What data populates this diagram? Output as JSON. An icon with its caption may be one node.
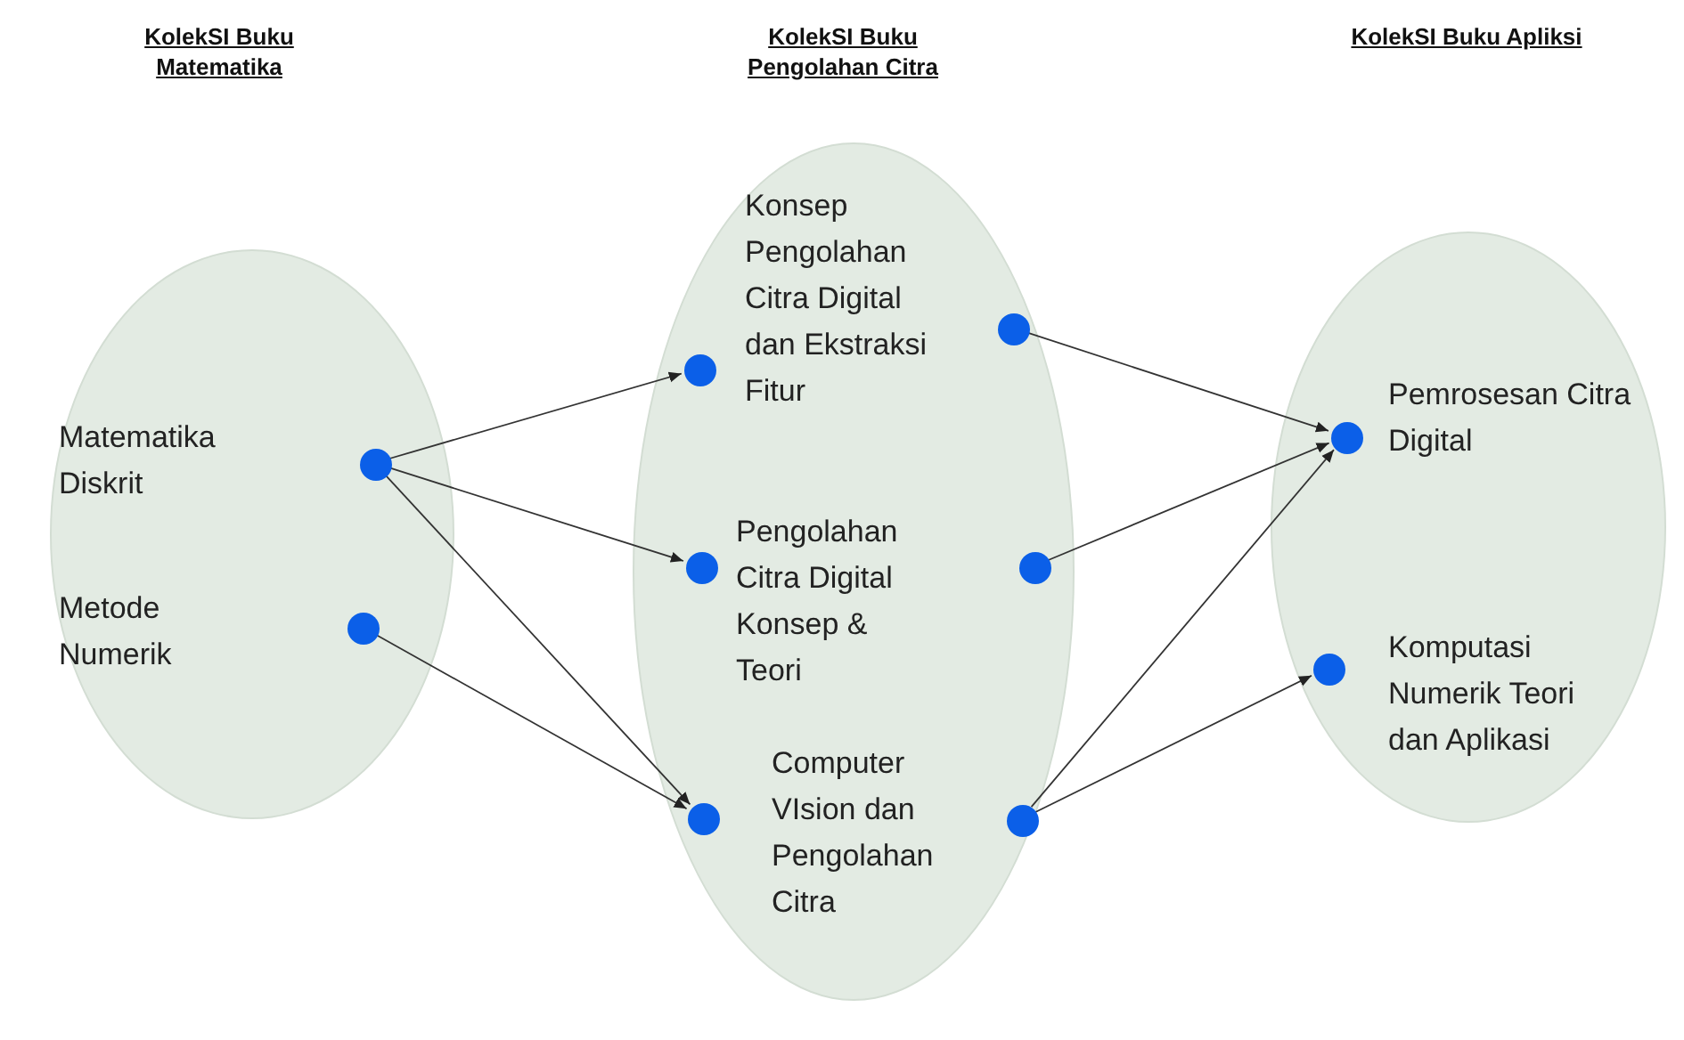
{
  "diagram": {
    "nodes": [
      {
        "text": [],
        "shape": "ellipse"
      },
      {
        "text": [
          "Matematika Diskrit"
        ],
        "in": 0
      },
      {
        "text": [],
        "shape": "circle",
        "in": 0
      },
      {
        "text": [
          "Metode Numerik"
        ],
        "in": 0
      },
      {
        "text": [],
        "shape": "circle",
        "in": 0
      },
      {
        "text": [],
        "shape": "ellipse"
      },
      {
        "text": [
          "Konsep Pengolahan Citra Digital dan Ekstraksi Fitur"
        ],
        "in": 5
      },
      {
        "text": [],
        "shape": "circle",
        "in": 5
      },
      {
        "text": [],
        "shape": "circle",
        "in": 5
      },
      {
        "text": [
          "Pengolahan Citra Digital Konsep & Teori"
        ],
        "in": 5
      },
      {
        "text": [],
        "shape": "circle",
        "in": 5
      },
      {
        "text": [],
        "shape": "circle",
        "in": 5
      },
      {
        "text": [
          "Computer VIsion dan Pengolahan Citra"
        ],
        "in": 5
      },
      {
        "text": [],
        "shape": "circle",
        "in": 5
      },
      {
        "text": [],
        "shape": "circle",
        "in": 5
      },
      {
        "text": [],
        "shape": "ellipse"
      },
      {
        "text": [
          "Pemrosesan Citra Digital"
        ],
        "in": 15
      },
      {
        "text": [],
        "shape": "circle",
        "in": 15
      },
      {
        "text": [
          "Komputasi Numerik Teori dan Aplikasi"
        ],
        "in": 15
      },
      {
        "text": [],
        "shape": "circle",
        "in": 15
      }
    ],
    "edges": [
      {
        "from": 2,
        "to": 7,
        "arrow": "to"
      },
      {
        "from": 2,
        "to": 10,
        "arrow": "to"
      },
      {
        "from": 2,
        "to": 13,
        "arrow": "to"
      },
      {
        "from": 4,
        "to": 13,
        "arrow": "to"
      },
      {
        "from": 8,
        "to": 17,
        "arrow": "to"
      },
      {
        "from": 11,
        "to": 17,
        "arrow": "to"
      },
      {
        "from": 14,
        "to": 17,
        "arrow": "to"
      },
      {
        "from": 14,
        "to": 19,
        "arrow": "to"
      }
    ],
    "labels": [
      "KolekSI Buku Matematika",
      "KolekSI Buku Pengolahan Citra",
      "KolekSI Buku Apliksi"
    ]
  }
}
